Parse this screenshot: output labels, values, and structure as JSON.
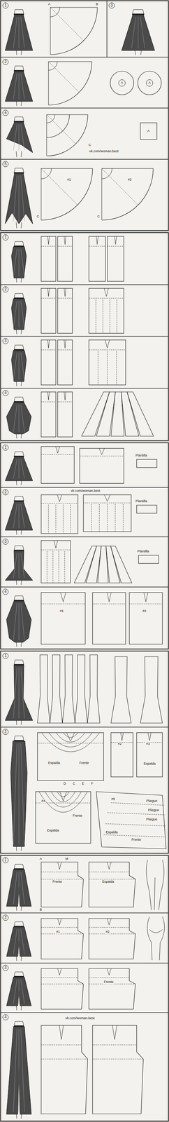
{
  "diagram": {
    "nodes": [
      {
        "text": [
          "1"
        ]
      },
      {
        "text": [
          "3"
        ]
      },
      {
        "text": [
          "2"
        ]
      },
      {
        "text": [
          "4"
        ]
      },
      {
        "text": [
          "5"
        ]
      },
      {
        "text": [
          "1"
        ]
      },
      {
        "text": [
          "2"
        ]
      },
      {
        "text": [
          "3"
        ]
      },
      {
        "text": [
          "4"
        ]
      },
      {
        "text": [
          "1"
        ]
      },
      {
        "text": [
          "2"
        ]
      },
      {
        "text": [
          "3"
        ]
      },
      {
        "text": [
          "4"
        ]
      },
      {
        "text": [
          "1"
        ]
      },
      {
        "text": [
          "2"
        ]
      },
      {
        "text": [
          "1"
        ]
      },
      {
        "text": [
          "2"
        ]
      },
      {
        "text": [
          "3"
        ]
      },
      {
        "text": [
          "4"
        ]
      }
    ],
    "labels": [
      "A",
      "B",
      "A",
      "A",
      "C",
      "vk.com/woman.best",
      "A",
      "#1",
      "#2",
      "C",
      "C",
      "Plantilla",
      "vk.com/woman.best",
      "Plantilla",
      "Plantilla",
      "#1",
      "#2",
      "#2",
      "#3",
      "Espalda",
      "Frente",
      "Espalda",
      "D",
      "C",
      "E",
      "F",
      "#5",
      "#4",
      "Pliegue",
      "Frente",
      "Pliegue",
      "Pliegue",
      "Espalda",
      "Espalda",
      "Frente",
      "A",
      "M",
      "Frente",
      "Espalda",
      "B",
      "#1",
      "#2",
      "Frente",
      "vk.com/woman.best"
    ]
  }
}
